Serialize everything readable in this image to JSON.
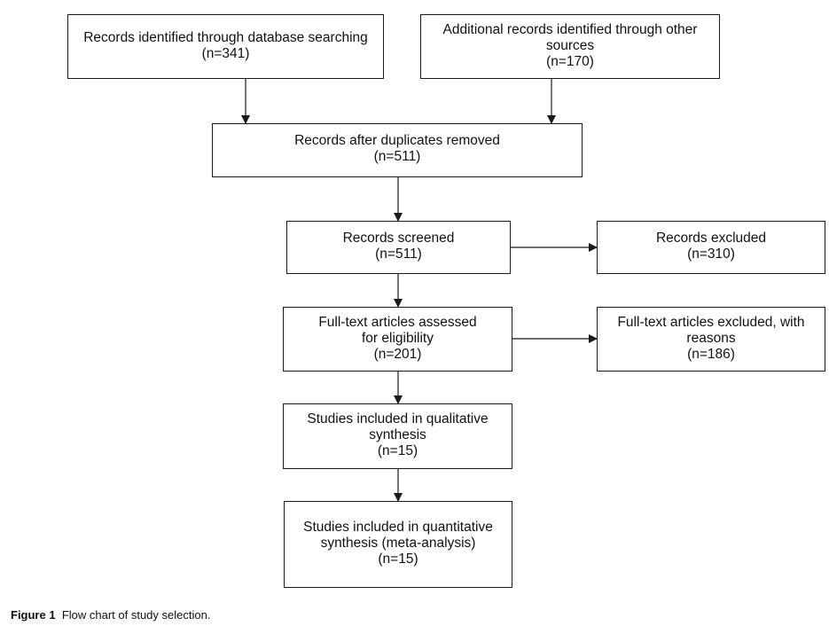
{
  "boxes": {
    "database": {
      "lines": [
        "Records identified through database searching",
        "(n=341)"
      ]
    },
    "other": {
      "lines": [
        "Additional records identified through other",
        "sources",
        "(n=170)"
      ]
    },
    "duplicates": {
      "lines": [
        "Records after duplicates removed",
        "(n=511)"
      ]
    },
    "screened": {
      "lines": [
        "Records screened",
        "(n=511)"
      ]
    },
    "excluded": {
      "lines": [
        "Records excluded",
        "(n=310)"
      ]
    },
    "fulltext": {
      "lines": [
        "Full-text articles assessed",
        "for eligibility",
        "(n=201)"
      ]
    },
    "fulltext_excluded": {
      "lines": [
        "Full-text articles excluded, with",
        "reasons",
        "(n=186)"
      ]
    },
    "qualitative": {
      "lines": [
        "Studies included in qualitative",
        "synthesis",
        "(n=15)"
      ]
    },
    "quantitative": {
      "lines": [
        "Studies included in quantitative",
        "synthesis (meta-analysis)",
        "(n=15)"
      ]
    }
  },
  "caption": {
    "label": "Figure 1",
    "text": "Flow chart of study selection."
  }
}
